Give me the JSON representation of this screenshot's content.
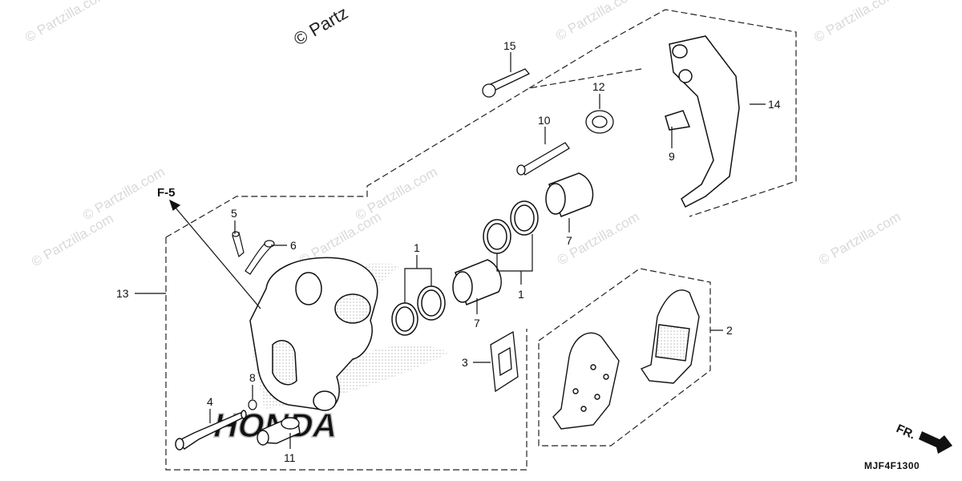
{
  "watermarks": {
    "top_copyright": "© Partz",
    "items": [
      "© Partzilla.com",
      "© Partzilla.com",
      "© Partzilla.com",
      "© Partzilla.com",
      "© Partzilla.com",
      "© Partzilla.com",
      "© Partzilla.com",
      "© Partzilla.com",
      "© Partzilla.com"
    ]
  },
  "brand_logo_text": "HONDA",
  "references": {
    "section_ref": "F-5",
    "front_indicator": "FR.",
    "diagram_code": "MJF4F1300"
  },
  "callouts": {
    "c15": "15",
    "c12": "12",
    "c10": "10",
    "c14": "14",
    "c9": "9",
    "c1_top": "1",
    "c1_bottom": "1",
    "c7_right": "7",
    "c7_left": "7",
    "c5": "5",
    "c6": "6",
    "c13": "13",
    "c3": "3",
    "c2": "2",
    "c8": "8",
    "c4": "4",
    "c11": "11"
  }
}
